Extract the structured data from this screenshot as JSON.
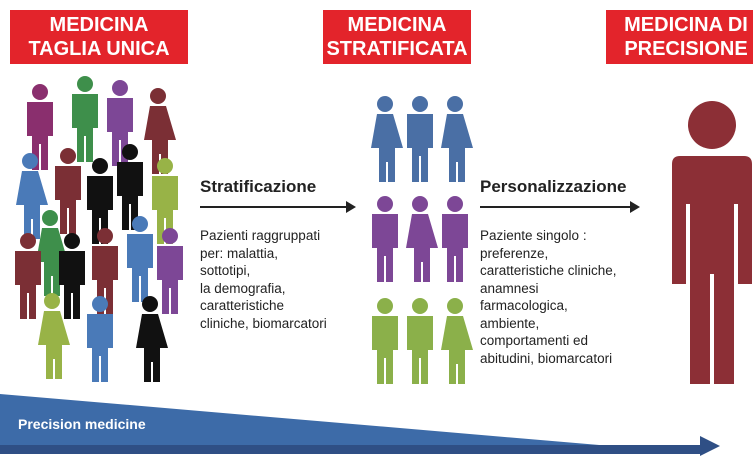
{
  "headers": [
    {
      "line1": "MEDICINA",
      "line2": "TAGLIA UNICA"
    },
    {
      "line1": "MEDICINA",
      "line2": "STRATIFICATA"
    },
    {
      "line1": "MEDICINA DI",
      "line2": "PRECISIONE"
    }
  ],
  "steps": [
    {
      "title": "Stratificazione",
      "body": "Pazienti raggruppati\nper: malattia,\nsottotipi,\nla demografia,\ncaratteristiche\ncliniche, biomarcatori"
    },
    {
      "title": "Personalizzazione",
      "body": "Paziente singolo :\npreferenze,\ncaratteristiche cliniche,\nanamnesi\nfarmacologica,\nambiente,\ncomportamenti ed\nabitudini, biomarcatori"
    }
  ],
  "band": {
    "label": "Precision medicine"
  },
  "colors": {
    "red": "#e3242b",
    "crowd": [
      "#7b2f35",
      "#8a2f6e",
      "#4a7ab8",
      "#3e8f4b",
      "#111111",
      "#98b347"
    ],
    "blue": "#4a6fa5",
    "purple": "#7d4796",
    "green": "#8bb04a",
    "maroon": "#8c2f36",
    "band": "#3d6ba8"
  }
}
